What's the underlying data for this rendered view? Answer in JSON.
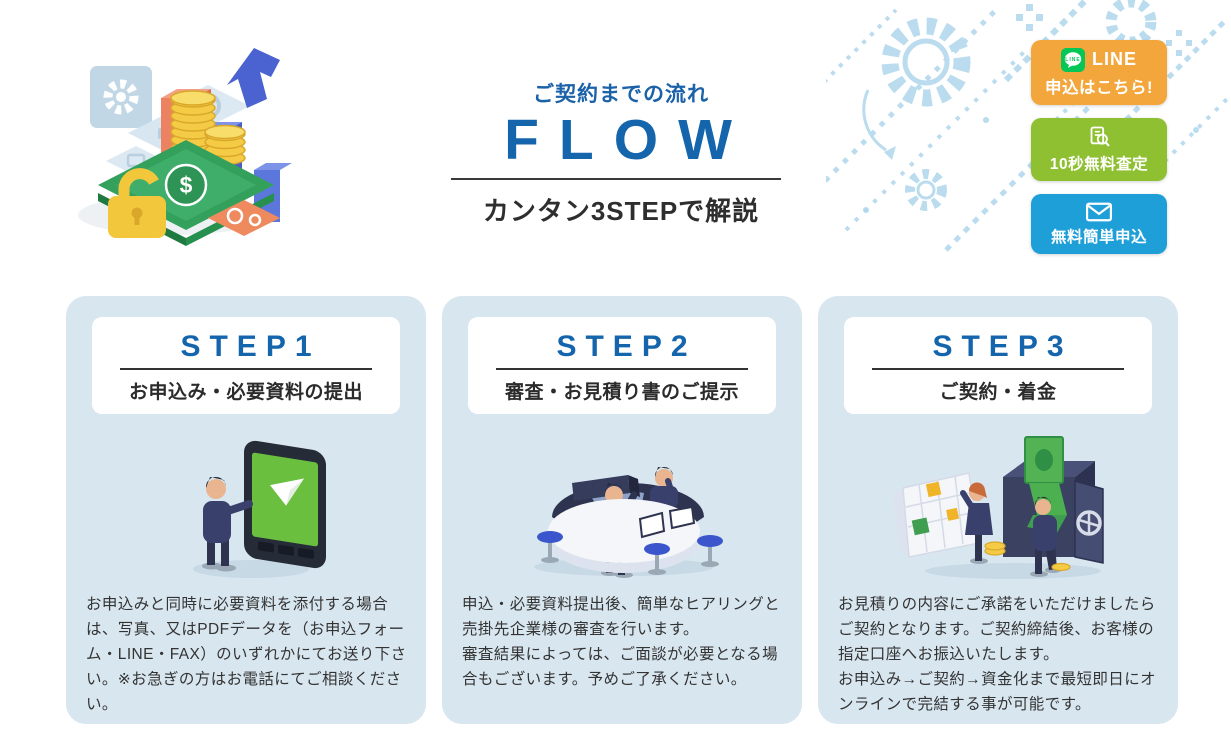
{
  "header": {
    "subtitle": "ご契約までの流れ",
    "title": "FLOW",
    "tagline": "カンタン3STEPで解説"
  },
  "cta_buttons": {
    "line": {
      "icon_text": "LINE",
      "line1": "LINE",
      "line2": "申込はこちら!",
      "color": "#F2A63B",
      "icon_color": "#06C755"
    },
    "assessment": {
      "label": "10秒無料査定",
      "color": "#8FC031"
    },
    "apply": {
      "label": "無料簡単申込",
      "color": "#1E9FD8"
    }
  },
  "steps": [
    {
      "label": "STEP1",
      "subtitle": "お申込み・必要資料の提出",
      "description": "お申込みと同時に必要資料を添付する場合は、写真、又はPDFデータを（お申込フォーム・LINE・FAX）のいずれかにてお送り下さい。※お急ぎの方はお電話にてご相談ください。",
      "illustration": "person-submitting-documents-on-smartphone"
    },
    {
      "label": "STEP2",
      "subtitle": "審査・お見積り書のご提示",
      "description": "申込・必要資料提出後、簡単なヒアリングと売掛先企業様の審査を行います。\n審査結果によっては、ご面談が必要となる場合もございます。予めご了承ください。",
      "illustration": "reception-desk-screening"
    },
    {
      "label": "STEP3",
      "subtitle": "ご契約・着金",
      "description": "お見積りの内容にご承諾をいただけましたらご契約となります。ご契約締結後、お客様の指定口座へお振込いたします。\nお申込み→ご契約→資金化まで最短即日にオンラインで完結する事が可能です。",
      "illustration": "vault-with-cash"
    }
  ],
  "colors": {
    "accent_blue": "#1565AC",
    "card_background": "#D8E6EF",
    "text_dark": "#333333",
    "pattern_blue": "#AED7EC",
    "cta_orange": "#F2A63B",
    "cta_green": "#8FC031",
    "cta_blue": "#1E9FD8",
    "line_brand_green": "#06C755"
  }
}
